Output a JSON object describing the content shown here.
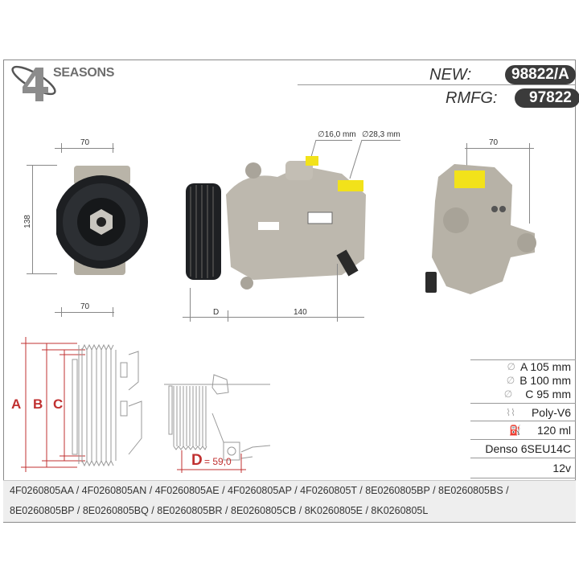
{
  "brand": {
    "name": "SEASONS",
    "numeral": "4"
  },
  "header": {
    "new_label": "NEW:",
    "new_code": "98822/A",
    "rmfg_label": "RMFG:",
    "rmfg_code": "97822"
  },
  "views": {
    "front": {
      "width_top": "70",
      "height": "138",
      "width_bottom": "70"
    },
    "side": {
      "port1": "∅16,0 mm",
      "port2": "∅28,3 mm",
      "dim_d": "D",
      "length": "140"
    },
    "rear": {
      "width": "70"
    }
  },
  "diagram": {
    "labels": [
      "A",
      "B",
      "C"
    ],
    "d_label": "D",
    "d_value": "= 59,0"
  },
  "specs": {
    "diameters": [
      {
        "icon": "diameter-icon",
        "text": "A 105 mm"
      },
      {
        "icon": "diameter-icon",
        "text": "B 100 mm"
      },
      {
        "icon": "diameter-icon",
        "text": "C 95 mm"
      }
    ],
    "belt": {
      "icon": "belt-profile-icon",
      "text": "Poly-V6"
    },
    "oil": {
      "icon": "oil-can-icon",
      "text": "120 ml"
    },
    "model": "Denso 6SEU14C",
    "voltage": "12v"
  },
  "references": {
    "line1": "4F0260805AA / 4F0260805AN / 4F0260805AE / 4F0260805AP / 4F0260805T / 8E0260805BP / 8E0260805BS /",
    "line2": "8E0260805BP / 8E0260805BQ / 8E0260805BR / 8E0260805CB / 8K0260805E / 8K0260805L"
  },
  "colors": {
    "accent_red": "#c03030",
    "pill_bg": "#3b3b3b",
    "compressor_yellow": "#f2e21a"
  }
}
